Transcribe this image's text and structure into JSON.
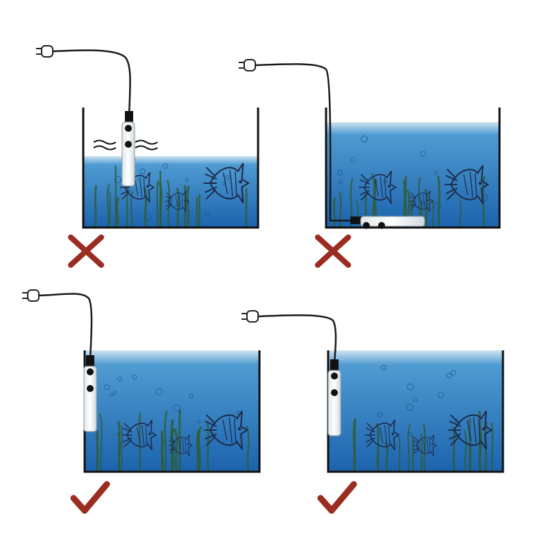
{
  "colors": {
    "background": "#ffffff",
    "water_top": "#cfe3f1",
    "water_mid": "#4f9bd2",
    "water_deep": "#1c63ad",
    "tank_wall": "#111111",
    "fish": "#1d2a4a",
    "plant": "#2f5d3a",
    "heater_glass": "#f2f5f7",
    "cable": "#1a1a1a",
    "cross": "#9b2c22",
    "check": "#9b2c22"
  },
  "panels": [
    {
      "id": "top-left",
      "verdict": "wrong",
      "heater_placement": "partially-submerged",
      "heat_waves": true
    },
    {
      "id": "top-right",
      "verdict": "wrong",
      "heater_placement": "horizontal-on-bottom",
      "heat_waves": false
    },
    {
      "id": "bottom-left",
      "verdict": "correct",
      "heater_placement": "vertical-fully-submerged",
      "heat_waves": false
    },
    {
      "id": "bottom-right",
      "verdict": "correct",
      "heater_placement": "vertical-fully-submerged",
      "heat_waves": false
    }
  ],
  "icons": {
    "wrong": "cross-mark-icon",
    "correct": "check-mark-icon",
    "plug": "power-plug-icon"
  }
}
